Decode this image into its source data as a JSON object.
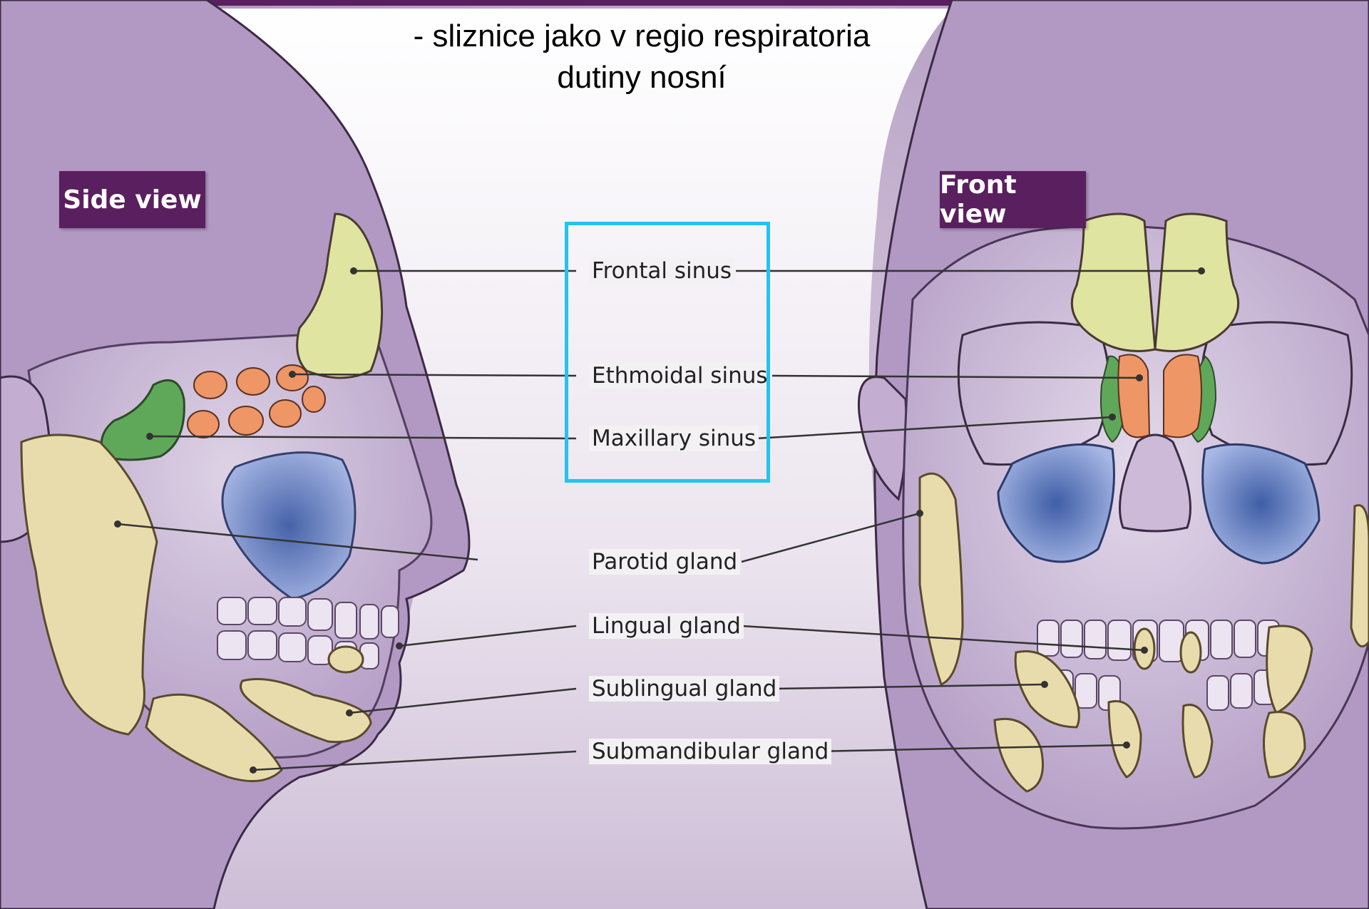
{
  "caption": {
    "line1": "- sliznice jako v regio respiratoria",
    "line2": "dutiny nosní"
  },
  "views": {
    "side": "Side view",
    "front": "Front view"
  },
  "labels": [
    "Frontal sinus",
    "Ethmoidal sinus",
    "Maxillary sinus",
    "Parotid gland",
    "Lingual gland",
    "Sublingual gland",
    "Submandibular gland"
  ],
  "highlight": {
    "covers": [
      "Frontal sinus",
      "Ethmoidal sinus",
      "Maxillary sinus"
    ],
    "color": "#22c4ef"
  },
  "colors": {
    "background": "#b8a2c6",
    "frontal_sinus": "#dfe4a0",
    "ethmoidal_sinus": "#ee9666",
    "maxillary_sinus": "#7f98d6",
    "sphenoid_sinus": "#5fa85a",
    "glands": "#e9dcac",
    "view_tag": "#5a1f5e"
  }
}
